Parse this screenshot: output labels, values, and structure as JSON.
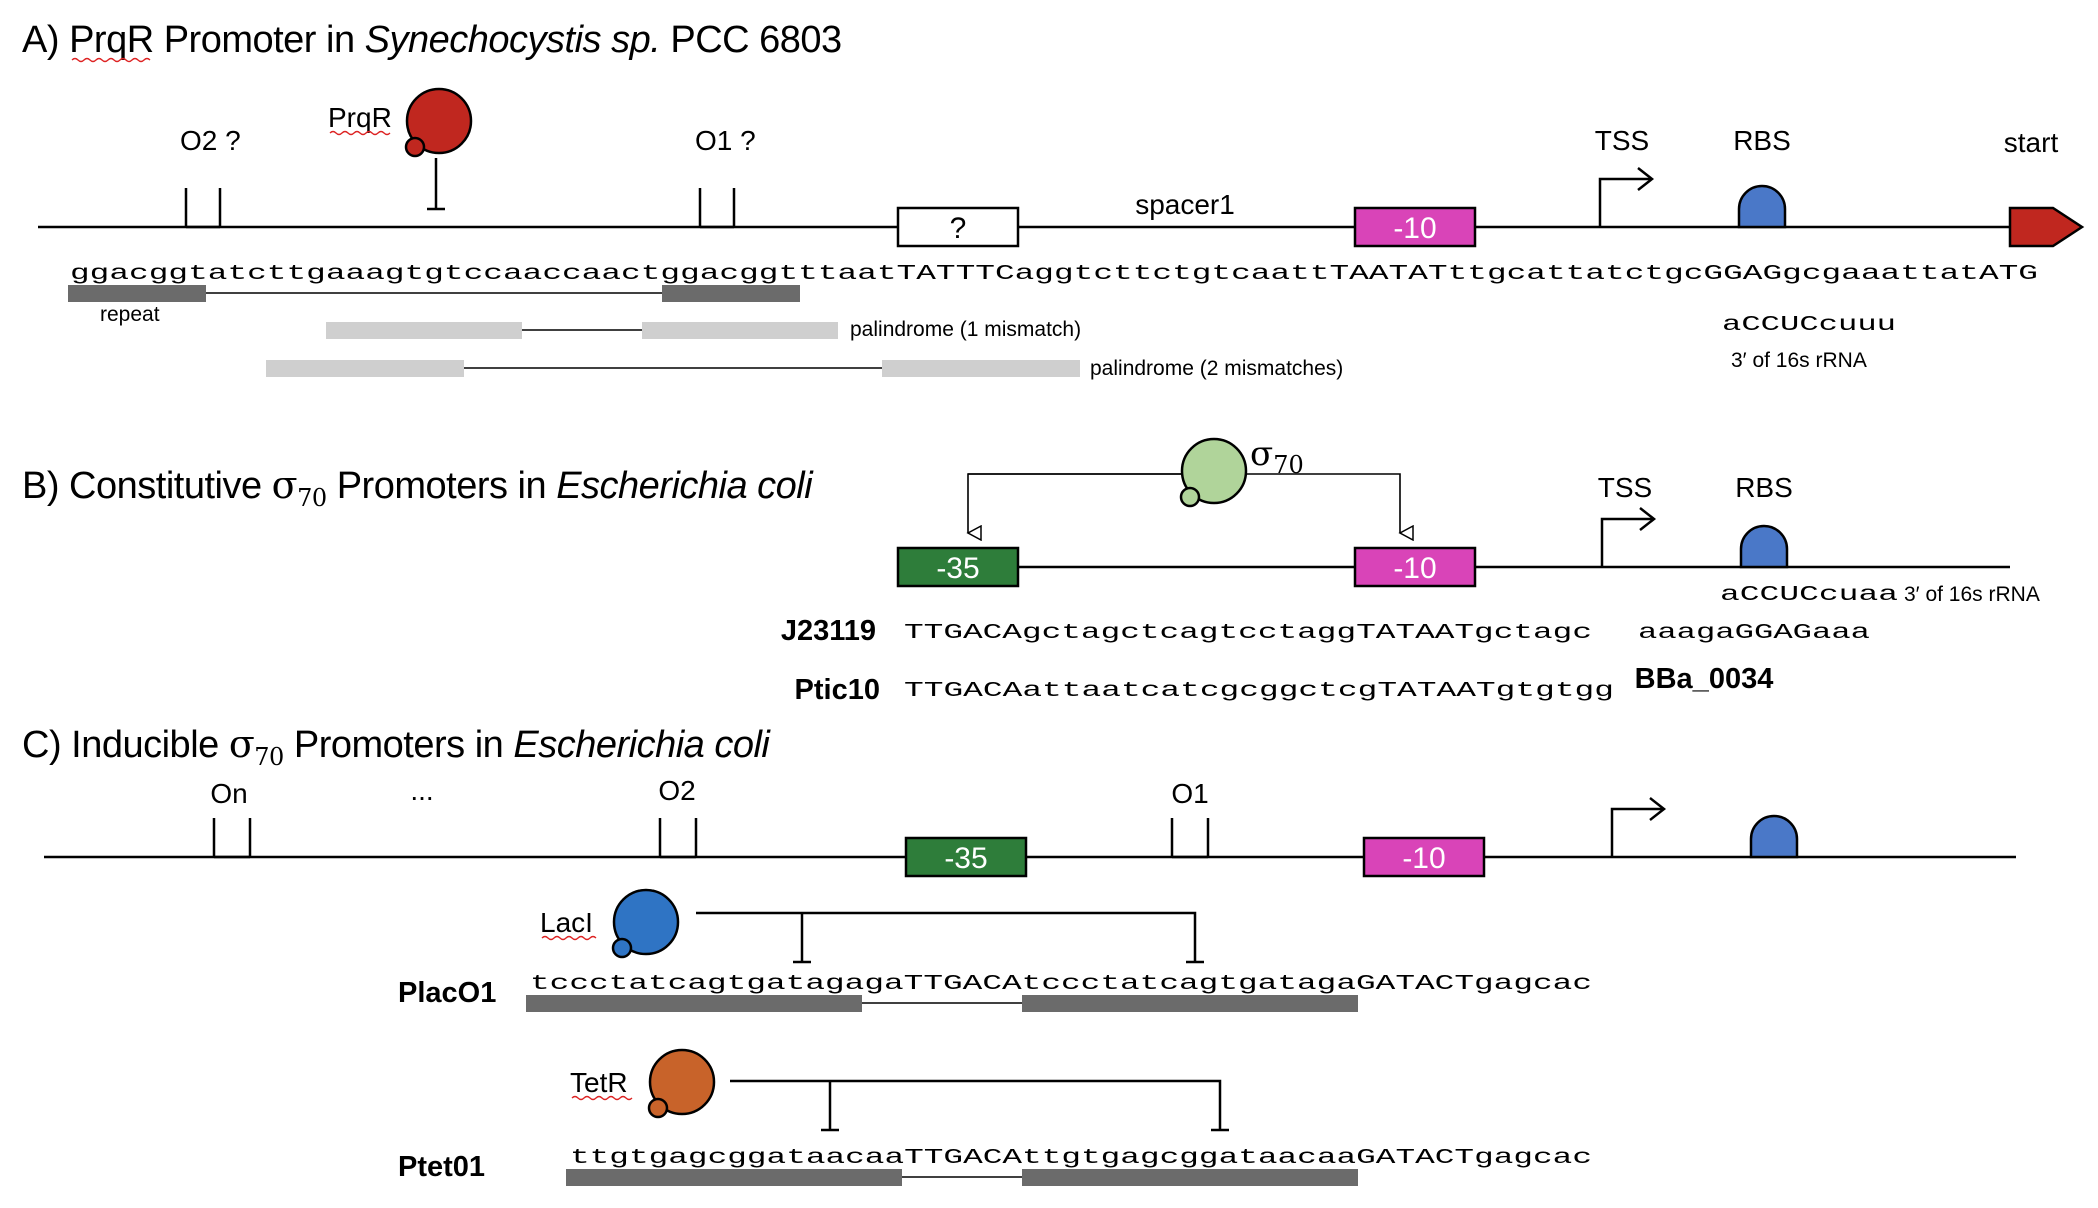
{
  "panelA": {
    "title_prefix": "A) ",
    "title_prqr": "PrqR",
    "title_mid": " Promoter in ",
    "title_italic": "Synechocystis sp.",
    "title_suffix": " PCC 6803",
    "o2_label": "O2 ?",
    "o1_label": "O1 ?",
    "prqr_label": "PrqR",
    "unknown_box": "?",
    "spacer_label": "spacer1",
    "minus10": "-10",
    "tss": "TSS",
    "rbs": "RBS",
    "start": "start",
    "sequence": "ggacggtatcttgaaagtgtccaaccaactggacggtttaatTATTTCaggtcttctgtcaattTAATATttgcattatctgcGGAGgcgaaattatATG",
    "repeat": "repeat",
    "pal1": "palindrome (1 mismatch)",
    "pal2": "palindrome (2 mismatches)",
    "rrna_seq": "aCCUCcuuu",
    "rrna_label": "3′ of 16s rRNA"
  },
  "panelB": {
    "title_prefix": "B) Constitutive ",
    "sigma": "σ",
    "sigma_sub": "70",
    "title_mid": " Promoters in ",
    "title_italic": "Escherichia coli",
    "minus35": "-35",
    "minus10": "-10",
    "tss": "TSS",
    "rbs": "RBS",
    "rrna_seq": "aCCUCcuaa",
    "rrna_label": "3′ of 16s rRNA",
    "rows": [
      {
        "name": "J23119",
        "seq": "TTGACAgctagctcagtcctaggTATAATgctagc"
      },
      {
        "name": "Ptic10",
        "seq": "TTGACAattaatcatcgcggctcgTATAATgtgtgg"
      }
    ],
    "rbs_seq": "aaagaGGAGaaa",
    "rbs_name": "BBa_0034"
  },
  "panelC": {
    "title_prefix": "C) Inducible ",
    "sigma": "σ",
    "sigma_sub": "70",
    "title_mid": " Promoters in ",
    "title_italic": "Escherichia coli",
    "on": "On",
    "dots": "...",
    "o2": "O2",
    "o1": "O1",
    "minus35": "-35",
    "minus10": "-10",
    "laci": "LacI",
    "tetr": "TetR",
    "placo1_name": "PlacO1",
    "placo1_seq": "tccctatcagtgatagagaTTGACAtccctatcagtgatagaGATACTgagcac",
    "ptet_name": "Ptet01",
    "ptet_seq": "ttgtgagcggataacaaTTGACAttgtgagcggataacaaGATACTgagcac"
  },
  "colors": {
    "prqr": "#c0271f",
    "sigma70": "#b0d49a",
    "laci": "#2f74c4",
    "tetr": "#c8632a",
    "minus10": "#d944b8",
    "minus35": "#2e7d3a",
    "rbs": "#4a78c8",
    "repeat_bar": "#6b6b6b",
    "palindrome_bar": "#cfcfcf"
  }
}
